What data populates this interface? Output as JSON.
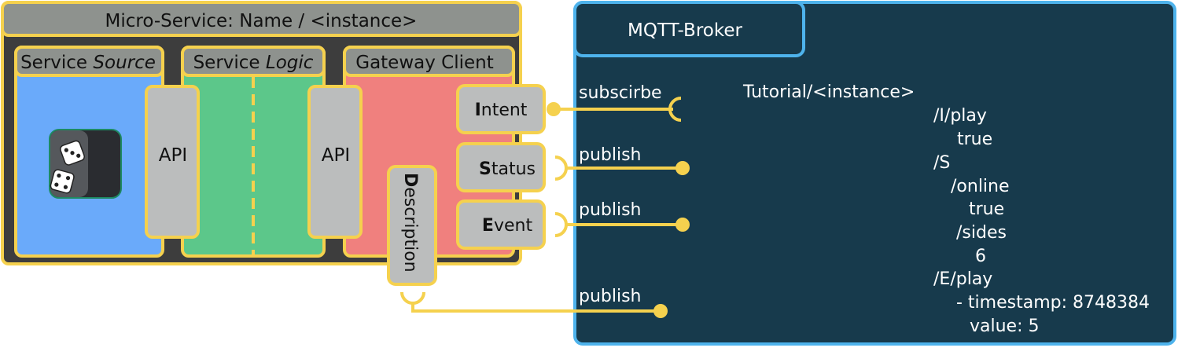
{
  "microservice": {
    "title": "Micro-Service: Name / <instance>",
    "source": {
      "prefix": "Service ",
      "emph": "Source",
      "icon": "dice-icon"
    },
    "logic": {
      "prefix": "Service ",
      "emph": "Logic"
    },
    "gateway": {
      "title": "Gateway Client"
    },
    "api_left": "API",
    "api_right": "API",
    "ports": {
      "intent": {
        "initial": "I",
        "rest": "ntent"
      },
      "status": {
        "initial": "S",
        "rest": "tatus"
      },
      "event": {
        "initial": "E",
        "rest": "vent"
      },
      "description": {
        "initial": "D",
        "rest": "escription"
      }
    }
  },
  "broker": {
    "title": "MQTT-Broker",
    "actions": {
      "intent": "subscirbe",
      "status": "publish",
      "event": "publish",
      "description": "publish"
    },
    "topic_root": "Tutorial/<instance>",
    "topic_lines": [
      "/I/play",
      "true",
      "/S",
      "/online",
      "true",
      "/sides",
      "6",
      "/E/play",
      "- timestamp: 8748384",
      "value: 5"
    ]
  },
  "colors": {
    "yellow": "#f5d14e",
    "dark_frame": "#3d3d3d",
    "header_gray": "#8e928e",
    "source_blue": "#6aaafa",
    "logic_green": "#5cc78a",
    "gateway_red": "#f0807e",
    "port_gray": "#bbbdbd",
    "broker_bg": "#173a4c",
    "broker_border": "#4eb3ec"
  }
}
